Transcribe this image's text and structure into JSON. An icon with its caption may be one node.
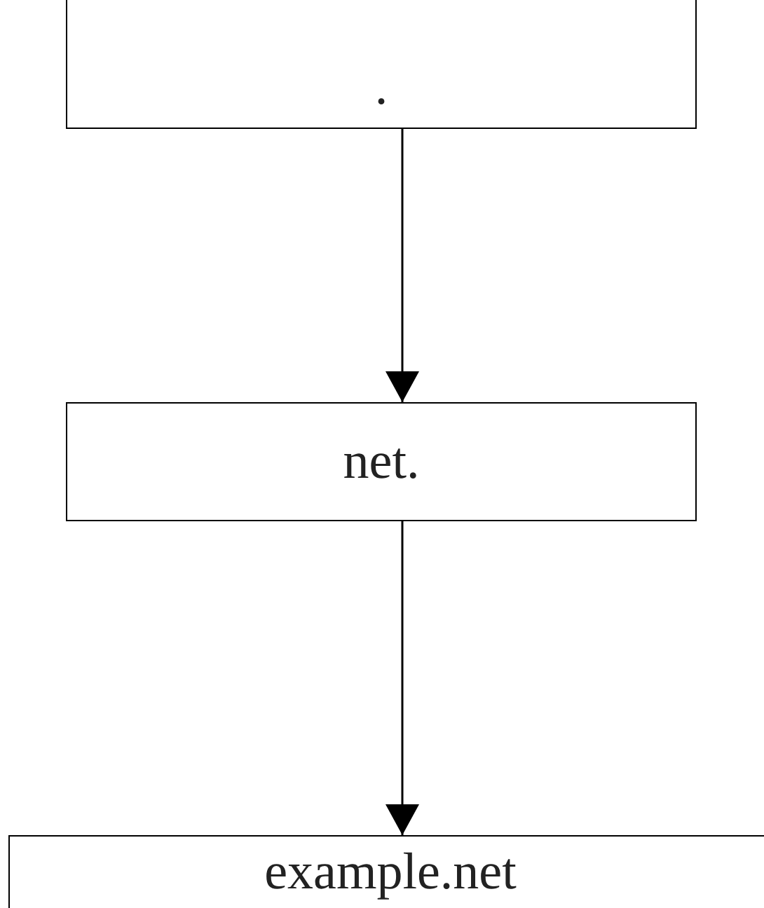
{
  "diagram": {
    "nodes": [
      {
        "text": [
          "."
        ]
      },
      {
        "text": [
          "net."
        ]
      },
      {
        "text": [
          "example.net"
        ]
      }
    ],
    "edges": [
      {
        "from": 0,
        "to": 1,
        "arrow": "to"
      },
      {
        "from": 1,
        "to": 2,
        "arrow": "to"
      }
    ]
  }
}
